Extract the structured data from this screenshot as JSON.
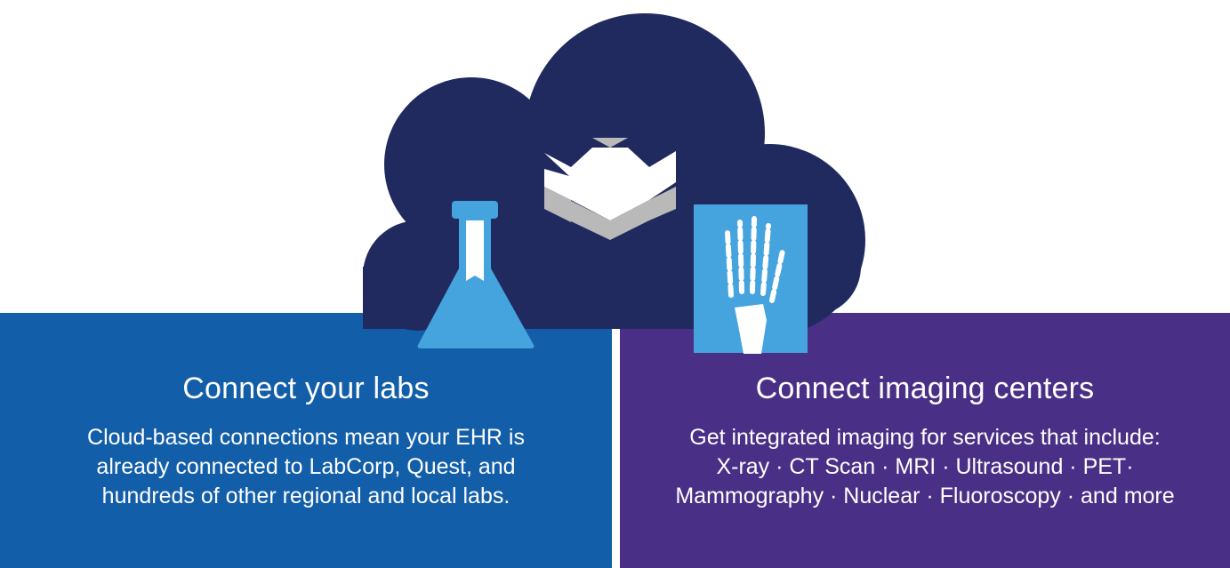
{
  "colors": {
    "cloud": "#212a5f",
    "labs_panel": "#135ea8",
    "imaging_panel": "#4a2f86",
    "icon_blue": "#45a3dd",
    "cross_face": "#ffffff",
    "cross_side": "#b9b9b9",
    "text": "#ffffff"
  },
  "icons": {
    "cloud": "cloud-icon",
    "flask": "flask-icon",
    "cross": "medical-cross-icon",
    "xray": "xray-hand-icon"
  },
  "labs": {
    "title": "Connect your labs",
    "body_lines": [
      "Cloud-based connections mean your EHR is",
      "already connected to LabCorp, Quest, and",
      "hundreds of other regional and local labs."
    ]
  },
  "imaging": {
    "title": "Connect imaging centers",
    "body_lines": [
      "Get integrated imaging for services that include:",
      "X-ray · CT Scan · MRI · Ultrasound · PET·",
      "Mammography · Nuclear · Fluoroscopy · and more"
    ]
  }
}
